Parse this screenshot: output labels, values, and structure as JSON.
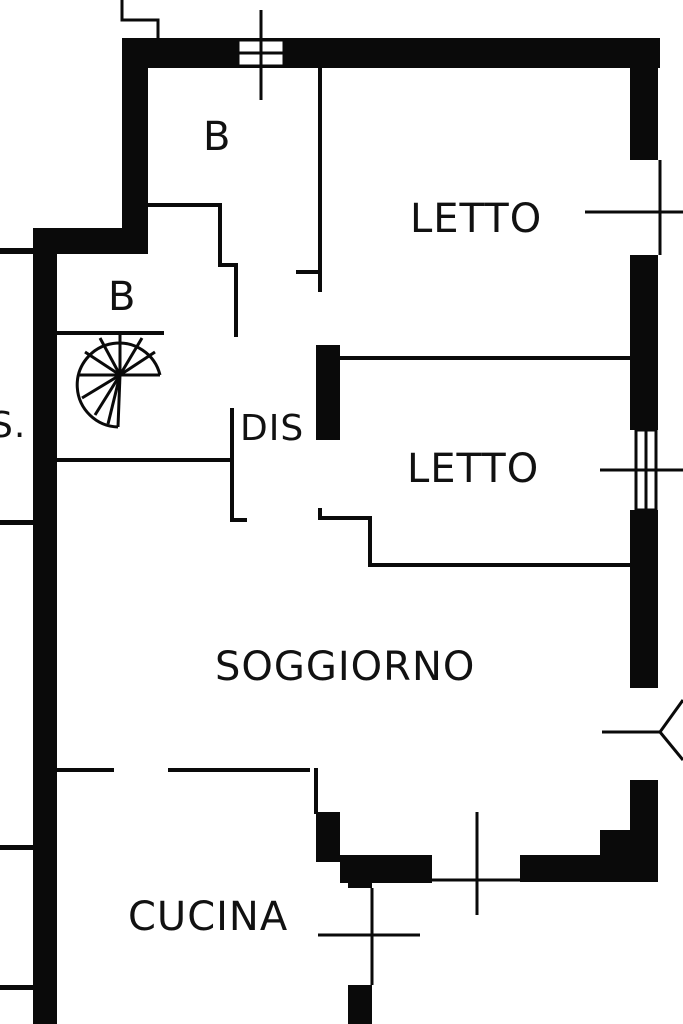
{
  "plan": {
    "colors": {
      "wall": "#0a0a0a",
      "paper": "#ffffff",
      "text": "#111111"
    },
    "rooms": {
      "bath_upper": "B",
      "bath_lower": "B",
      "bedroom_1": "LETTO",
      "bedroom_2": "LETTO",
      "hallway": "DIS",
      "living_room": "SOGGIORNO",
      "kitchen": "CUCINA",
      "neighbor_fragment": "S."
    },
    "icons": [
      "spiral-staircase-icon",
      "window-icon",
      "door-opening-icon"
    ]
  }
}
